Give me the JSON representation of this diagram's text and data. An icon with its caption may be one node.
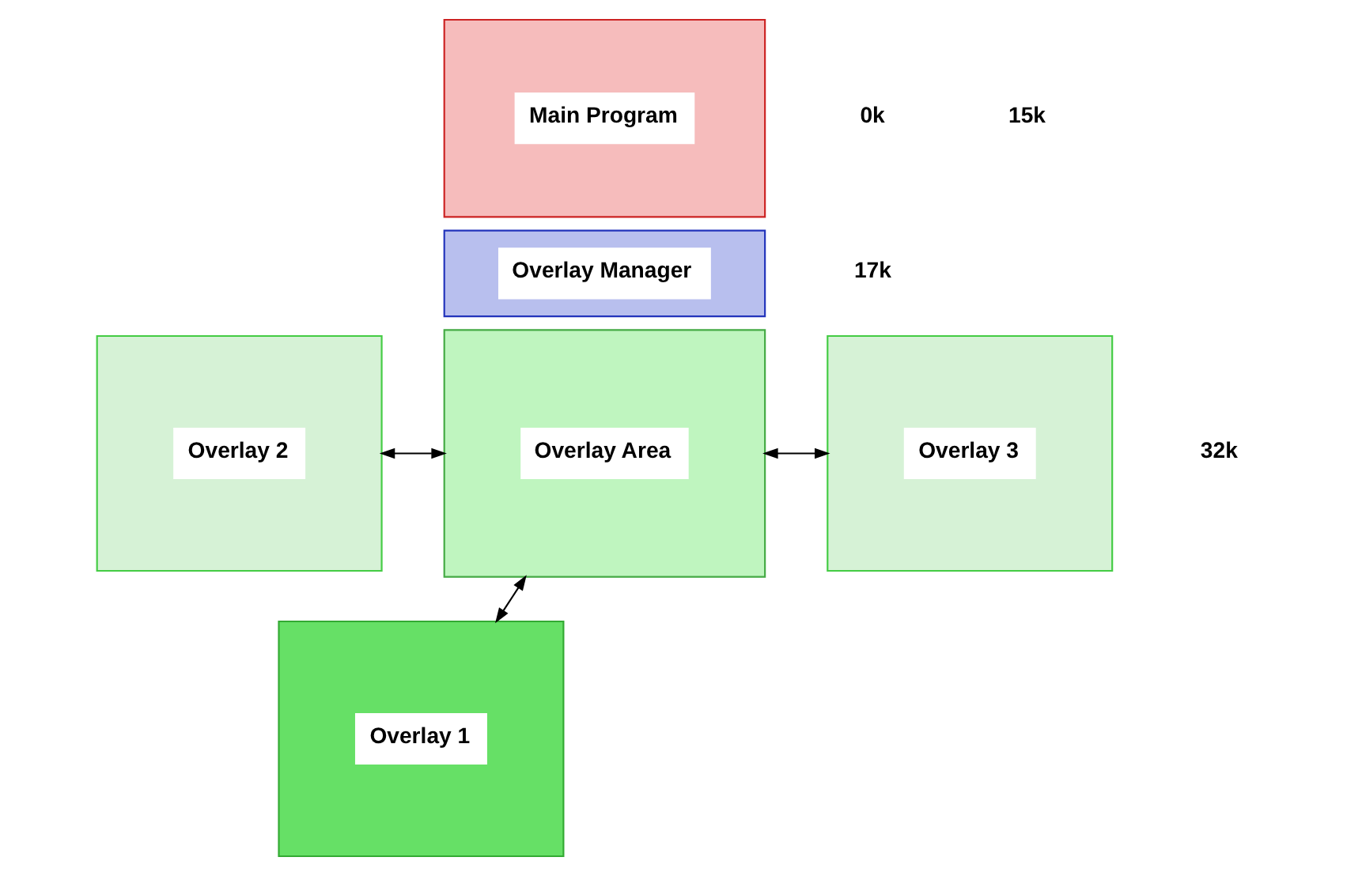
{
  "diagram": {
    "nodes": [
      {
        "text": [
          "Main Program"
        ]
      },
      {
        "text": [
          "Overlay Manager"
        ]
      },
      {
        "text": [
          "Overlay Area"
        ]
      },
      {
        "text": [
          "Overlay 2"
        ]
      },
      {
        "text": [
          "Overlay 1"
        ]
      },
      {
        "text": [
          "Overlay 3"
        ]
      }
    ],
    "edges": [
      {
        "from": 3,
        "to": 2,
        "arrow": "both"
      },
      {
        "from": 4,
        "to": 2,
        "arrow": "both"
      },
      {
        "from": 2,
        "to": 5,
        "arrow": "both"
      }
    ],
    "labels": [
      "0k",
      "15k",
      "17k",
      "32k"
    ]
  }
}
